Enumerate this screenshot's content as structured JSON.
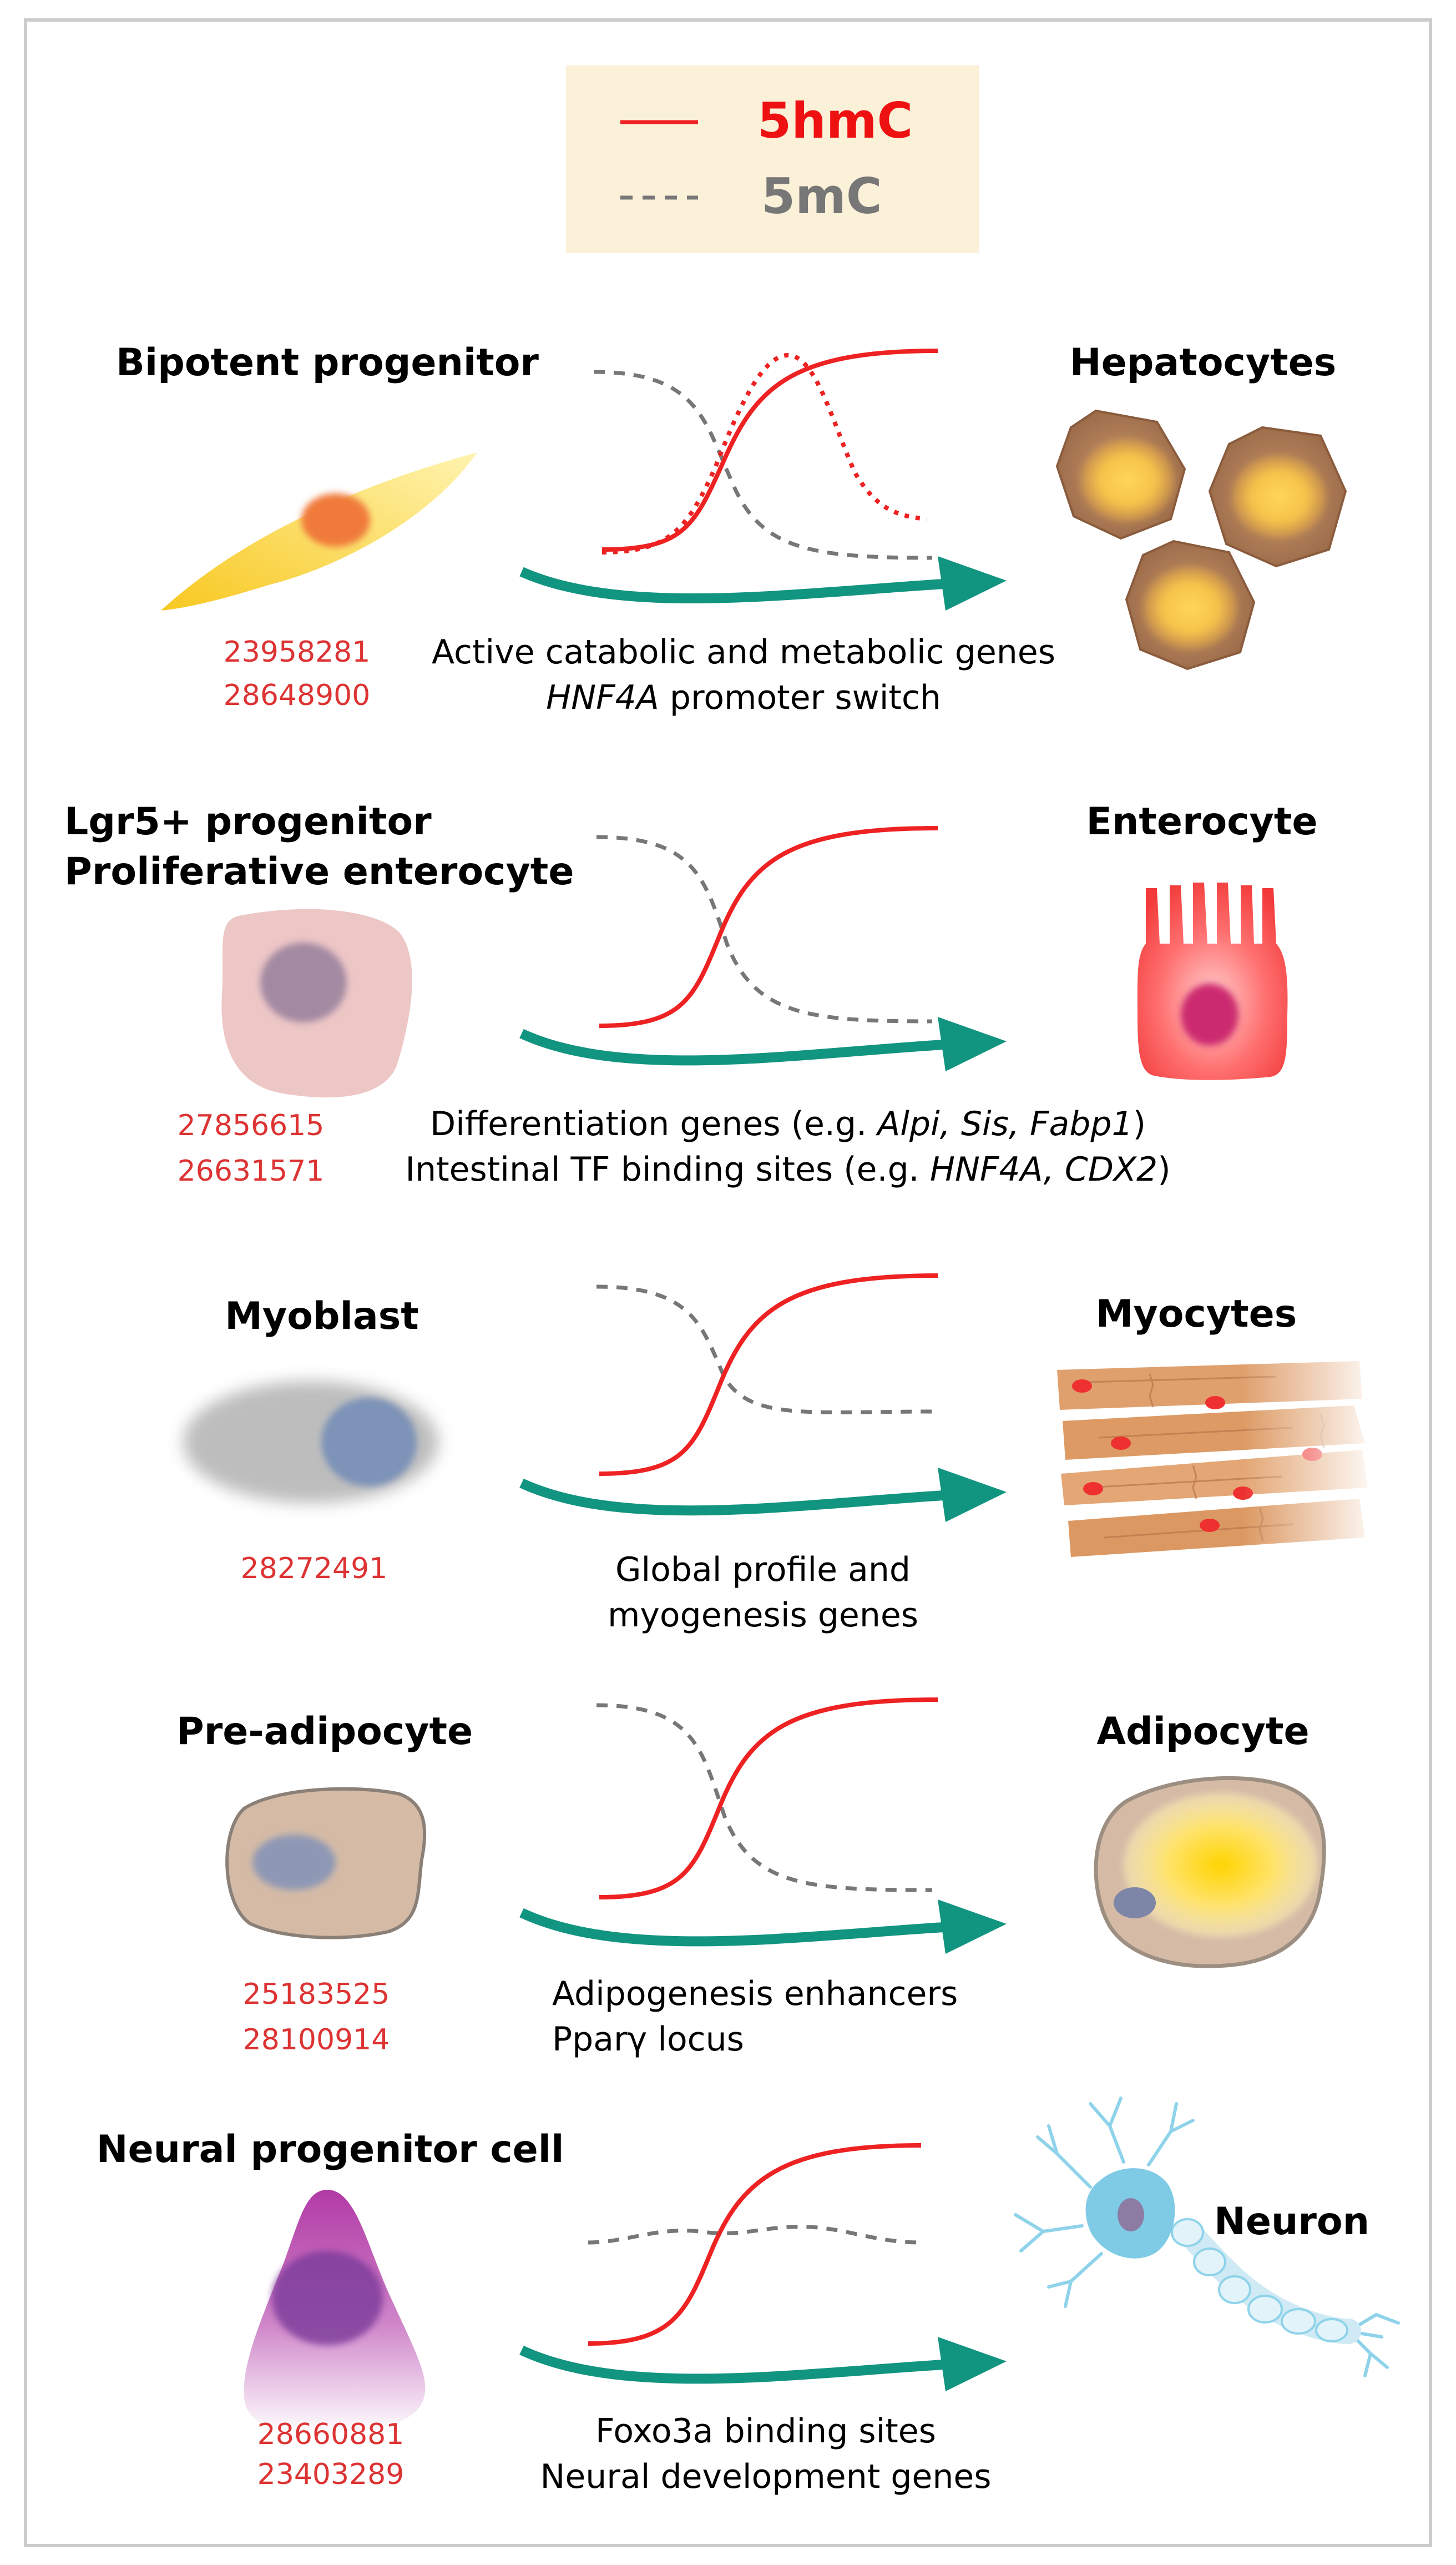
{
  "legend": {
    "hmc_label": "5hmC",
    "mc_label": "5mC"
  },
  "colors": {
    "hmc": "#ee2222",
    "mc": "#777777",
    "arrow": "#119480",
    "pmid": "#dd3333",
    "legend_bg": "#fbf0d8",
    "frame": "#cccccc"
  },
  "rows": [
    {
      "source": [
        "Bipotent progenitor"
      ],
      "target": "Hepatocytes",
      "pmids": [
        "23958281",
        "28648900"
      ],
      "notes": [
        [
          {
            "t": "Active catabolic and metabolic genes"
          }
        ],
        [
          {
            "t": "HNF4A",
            "i": true
          },
          {
            "t": " promoter switch"
          }
        ]
      ],
      "hmc_dotted_transient": true
    },
    {
      "source": [
        "Lgr5+ progenitor",
        "Proliferative enterocyte"
      ],
      "target": "Enterocyte",
      "pmids": [
        "27856615",
        "26631571"
      ],
      "notes": [
        [
          {
            "t": "Differentiation genes (e.g. "
          },
          {
            "t": "Alpi, Sis, Fabp1",
            "i": true
          },
          {
            "t": ")"
          }
        ],
        [
          {
            "t": "Intestinal TF binding sites (e.g. "
          },
          {
            "t": "HNF4A, CDX2",
            "i": true
          },
          {
            "t": ")"
          }
        ]
      ]
    },
    {
      "source": [
        "Myoblast"
      ],
      "target": "Myocytes",
      "pmids": [
        "28272491"
      ],
      "notes": [
        [
          {
            "t": "Global profile and"
          }
        ],
        [
          {
            "t": "myogenesis genes"
          }
        ]
      ]
    },
    {
      "source": [
        "Pre-adipocyte"
      ],
      "target": "Adipocyte",
      "pmids": [
        "25183525",
        "28100914"
      ],
      "notes": [
        [
          {
            "t": "Adipogenesis enhancers"
          }
        ],
        [
          {
            "t": "Pparγ locus"
          }
        ]
      ]
    },
    {
      "source": [
        "Neural progenitor cell"
      ],
      "target": "Neuron",
      "pmids": [
        "28660881",
        "23403289"
      ],
      "notes": [
        [
          {
            "t": "Foxo3a binding sites"
          }
        ],
        [
          {
            "t": "Neural development genes"
          }
        ]
      ]
    }
  ]
}
